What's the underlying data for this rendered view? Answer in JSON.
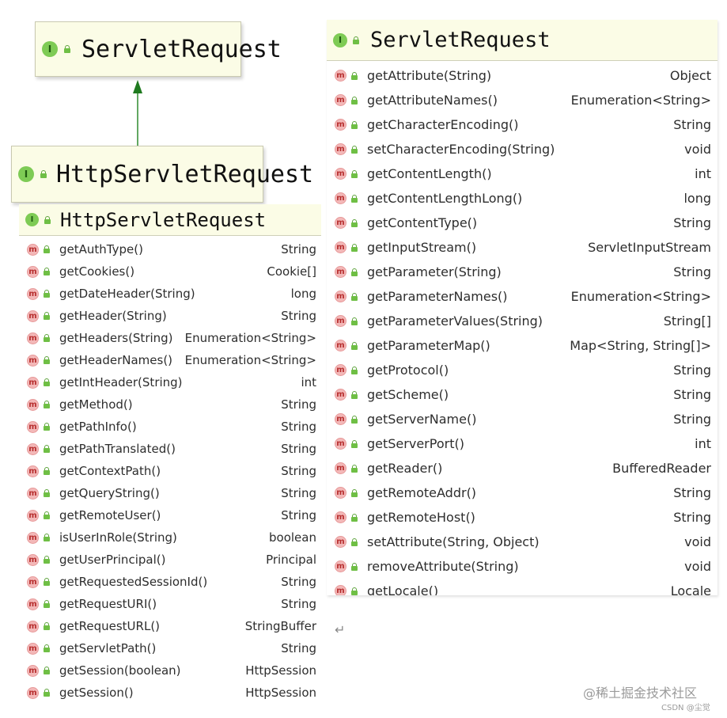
{
  "top_box": {
    "title": "ServletRequest",
    "icon": "I"
  },
  "mid_box": {
    "title": "HttpServletRequest",
    "icon": "I"
  },
  "http_panel": {
    "title": "HttpServletRequest",
    "icon": "I",
    "methods": [
      {
        "name": "getAuthType()",
        "type": "String"
      },
      {
        "name": "getCookies()",
        "type": "Cookie[]"
      },
      {
        "name": "getDateHeader(String)",
        "type": "long"
      },
      {
        "name": "getHeader(String)",
        "type": "String"
      },
      {
        "name": "getHeaders(String)",
        "type": "Enumeration<String>"
      },
      {
        "name": "getHeaderNames()",
        "type": "Enumeration<String>"
      },
      {
        "name": "getIntHeader(String)",
        "type": "int"
      },
      {
        "name": "getMethod()",
        "type": "String"
      },
      {
        "name": "getPathInfo()",
        "type": "String"
      },
      {
        "name": "getPathTranslated()",
        "type": "String"
      },
      {
        "name": "getContextPath()",
        "type": "String"
      },
      {
        "name": "getQueryString()",
        "type": "String"
      },
      {
        "name": "getRemoteUser()",
        "type": "String"
      },
      {
        "name": "isUserInRole(String)",
        "type": "boolean"
      },
      {
        "name": "getUserPrincipal()",
        "type": "Principal"
      },
      {
        "name": "getRequestedSessionId()",
        "type": "String"
      },
      {
        "name": "getRequestURI()",
        "type": "String"
      },
      {
        "name": "getRequestURL()",
        "type": "StringBuffer"
      },
      {
        "name": "getServletPath()",
        "type": "String"
      },
      {
        "name": "getSession(boolean)",
        "type": "HttpSession"
      },
      {
        "name": "getSession()",
        "type": "HttpSession"
      }
    ]
  },
  "servlet_panel": {
    "title": "ServletRequest",
    "icon": "I",
    "methods": [
      {
        "name": "getAttribute(String)",
        "type": "Object"
      },
      {
        "name": "getAttributeNames()",
        "type": "Enumeration<String>"
      },
      {
        "name": "getCharacterEncoding()",
        "type": "String"
      },
      {
        "name": "setCharacterEncoding(String)",
        "type": "void"
      },
      {
        "name": "getContentLength()",
        "type": "int"
      },
      {
        "name": "getContentLengthLong()",
        "type": "long"
      },
      {
        "name": "getContentType()",
        "type": "String"
      },
      {
        "name": "getInputStream()",
        "type": "ServletInputStream"
      },
      {
        "name": "getParameter(String)",
        "type": "String"
      },
      {
        "name": "getParameterNames()",
        "type": "Enumeration<String>"
      },
      {
        "name": "getParameterValues(String)",
        "type": "String[]"
      },
      {
        "name": "getParameterMap()",
        "type": "Map<String, String[]>"
      },
      {
        "name": "getProtocol()",
        "type": "String"
      },
      {
        "name": "getScheme()",
        "type": "String"
      },
      {
        "name": "getServerName()",
        "type": "String"
      },
      {
        "name": "getServerPort()",
        "type": "int"
      },
      {
        "name": "getReader()",
        "type": "BufferedReader"
      },
      {
        "name": "getRemoteAddr()",
        "type": "String"
      },
      {
        "name": "getRemoteHost()",
        "type": "String"
      },
      {
        "name": "setAttribute(String, Object)",
        "type": "void"
      },
      {
        "name": "removeAttribute(String)",
        "type": "void"
      },
      {
        "name": "getLocale()",
        "type": "Locale"
      }
    ]
  },
  "method_badge": "m",
  "return_mark": "↵",
  "watermark": "@稀土掘金技术社区",
  "watermark_small": "CSDN @尘觉",
  "colors": {
    "interface_badge": "#7ecb55",
    "method_badge": "#f3b8b8",
    "box_fill": "#fbfce6",
    "arrow": "#2e8b2e"
  }
}
